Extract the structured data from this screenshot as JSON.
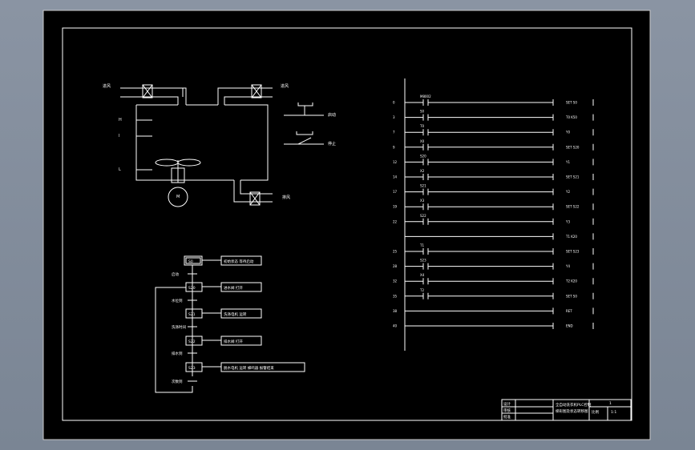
{
  "colors": {
    "background": "#7f8a99",
    "sheet": "#000000",
    "line": "#ffffff"
  },
  "left_schematic": {
    "labels": {
      "inlet_left": "进风",
      "inlet_right": "进风",
      "outlet": "排风",
      "level_h": "H",
      "level_i": "I",
      "level_l": "L",
      "fan_motor": "M",
      "start_switch": "启动",
      "stop_switch": "停止"
    }
  },
  "sfc": {
    "steps": [
      {
        "id": "S0",
        "action": "初始状态 等待启动"
      },
      {
        "id": "S20",
        "action": "进水阀 打开"
      },
      {
        "id": "S21",
        "action": "洗涤电机 运转"
      },
      {
        "id": "S22",
        "action": "排水阀 打开"
      },
      {
        "id": "S23",
        "action": "脱水电机 运转 蜂鸣器 报警结束"
      }
    ],
    "transitions": [
      "启动",
      "水位到",
      "洗涤时间",
      "排水到",
      "次数到"
    ]
  },
  "ladder": {
    "rungs": [
      {
        "num": "0",
        "contact": "M8002",
        "coil": "SET S0"
      },
      {
        "num": "3",
        "contact": "S0",
        "coil": "T0 K50"
      },
      {
        "num": "7",
        "contact": "T0",
        "coil": "Y0"
      },
      {
        "num": "9",
        "contact": "X0",
        "coil": "SET S20"
      },
      {
        "num": "12",
        "contact": "S20",
        "coil": "Y1"
      },
      {
        "num": "14",
        "contact": "X2",
        "coil": "SET S21"
      },
      {
        "num": "17",
        "contact": "S21",
        "coil": "Y2"
      },
      {
        "num": "19",
        "contact": "X3",
        "coil": "SET S22"
      },
      {
        "num": "22",
        "contact": "S22",
        "coil": "Y3"
      },
      {
        "num": "",
        "contact": "",
        "coil": "T1 K20"
      },
      {
        "num": "25",
        "contact": "T1",
        "coil": "SET S23"
      },
      {
        "num": "28",
        "contact": "S23",
        "coil": "Y4"
      },
      {
        "num": "32",
        "contact": "X4",
        "coil": "T2 K20"
      },
      {
        "num": "35",
        "contact": "T2",
        "coil": "SET S0"
      },
      {
        "num": "38",
        "contact": "",
        "coil": "RET"
      },
      {
        "num": "40",
        "contact": "",
        "coil": "END"
      }
    ]
  },
  "title_block": {
    "row1_label": "设计",
    "row2_label": "审核",
    "row3_label": "批准",
    "title_line1": "全自动洗衣机PLC控制",
    "title_line2": "梯形图及状态转移图",
    "scale_label": "比例",
    "sheet_num": "1",
    "sheet_total": "1:1"
  }
}
